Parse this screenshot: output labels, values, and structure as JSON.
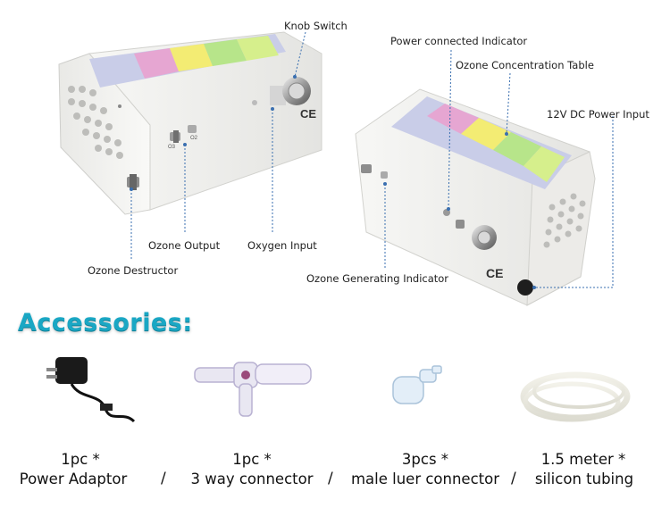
{
  "callouts": {
    "knob_switch": "Knob Switch",
    "power_connected_indicator": "Power connected Indicator",
    "ozone_concentration_table": "Ozone Concentration Table",
    "dc_power_input": "12V DC Power Input",
    "ozone_output": "Ozone Output",
    "oxygen_input": "Oxygen Input",
    "ozone_destructor": "Ozone Destructor",
    "ozone_generating_indicator": "Ozone Generating Indicator"
  },
  "device_marks": {
    "ce": "CE",
    "port_o3": "O3",
    "port_o2": "O2"
  },
  "accessories": {
    "heading": "Accessories:",
    "items": [
      {
        "qty": "1pc *",
        "name": "Power Adaptor"
      },
      {
        "qty": "1pc *",
        "name": "3 way connector"
      },
      {
        "qty": "3pcs *",
        "name": "male luer connector"
      },
      {
        "qty": "1.5 meter *",
        "name": "silicon tubing"
      }
    ],
    "separator": "/"
  },
  "colors": {
    "heading": "#1aa7c4",
    "device_body": "#f4f4f2",
    "callout_line": "#3a6fb0"
  }
}
